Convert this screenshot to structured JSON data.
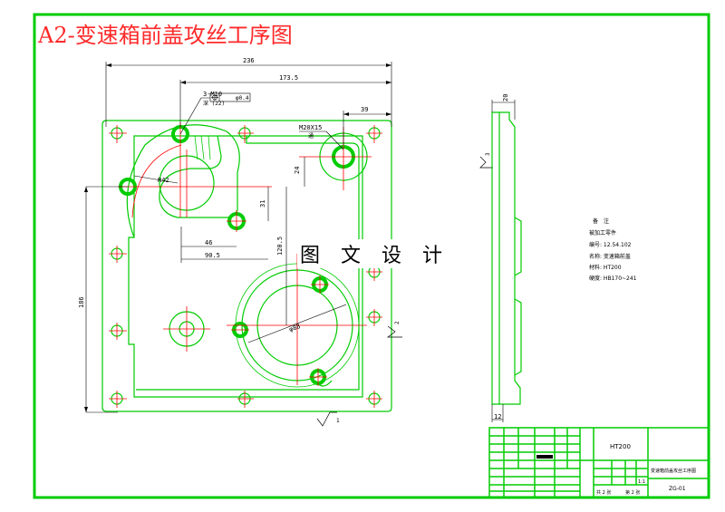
{
  "title": "A2-变速箱前盖攻丝工序图",
  "watermark": "图 文 设 计",
  "dimensions": {
    "overall_width": "236",
    "width_173": "173.5",
    "width_39": "39",
    "r42": "R42",
    "d24": "24",
    "d31": "31",
    "d46": "46",
    "d90": "90.5",
    "d120": "120.5",
    "phi88": "φ88",
    "height_186": "186",
    "side_width": "20",
    "side_bottom": "12"
  },
  "callouts": {
    "thread_m10": "3-M10",
    "m10_sub": "深 (22)",
    "position_tol": "φ0.4",
    "thread_m20": "M20X15",
    "m20_sub": "通"
  },
  "roughness": {
    "r1": "1",
    "r2": "2",
    "r3": "3"
  },
  "notes": {
    "heading": "备　注",
    "lines": [
      "被加工零件",
      "编号: 12.54.102",
      "名称: 变速箱前盖",
      "材料: HT200",
      "硬度: HB170~241"
    ]
  },
  "title_block": {
    "material": "HT200",
    "drawing_name": "变速箱前盖攻丝工序图",
    "drawing_no": "ZG-01",
    "scale": "1:1",
    "sheets": "共 2 张",
    "sheet_no": "第 2 张"
  },
  "colors": {
    "frame": "#00cc00",
    "center_line": "#ff0000",
    "dim_line": "#000000",
    "part": "#00cc00"
  }
}
